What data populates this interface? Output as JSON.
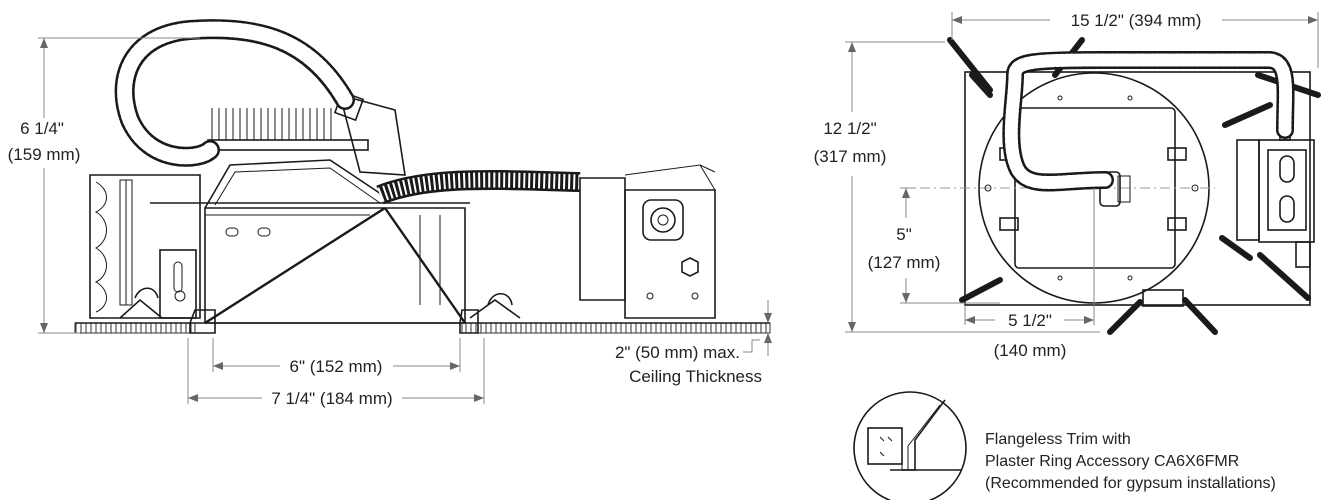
{
  "side_view": {
    "height_label": "6 1/4\"",
    "height_metric": "(159 mm)",
    "aperture_label": "6\" (152 mm)",
    "housing_width_label": "7 1/4\" (184 mm)",
    "ceiling_label": "2\" (50 mm) max.",
    "ceiling_caption": "Ceiling Thickness"
  },
  "top_view": {
    "width_label": "15 1/2\" (394 mm)",
    "depth_label": "12 1/2\"",
    "depth_metric": "(317 mm)",
    "offset_label": "5\"",
    "offset_metric": "(127 mm)",
    "half_width_label": "5 1/2\"",
    "half_width_metric": "(140 mm)"
  },
  "detail": {
    "caption_line1": "Flangeless Trim with",
    "caption_line2": "Plaster Ring Accessory CA6X6FMR",
    "caption_line3": "(Recommended for gypsum installations)"
  }
}
